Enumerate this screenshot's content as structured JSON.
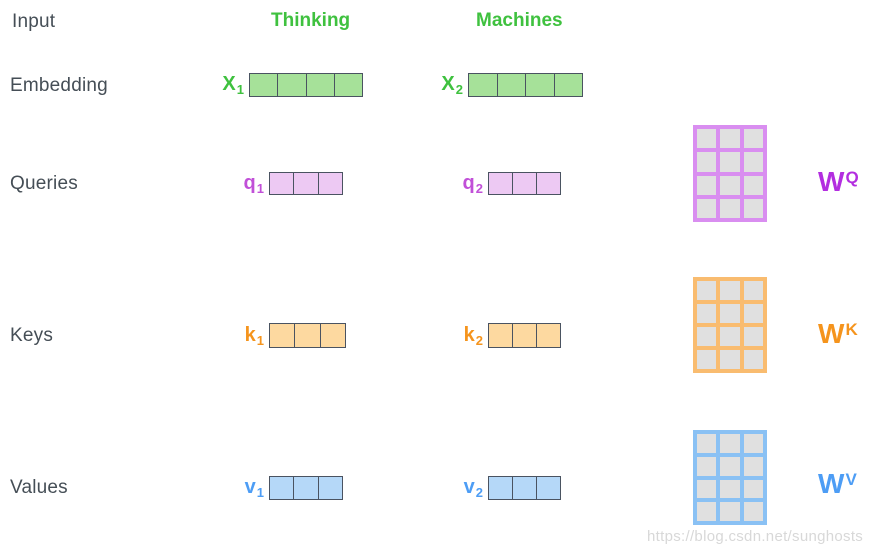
{
  "row_labels": {
    "input": "Input",
    "embedding": "Embedding",
    "queries": "Queries",
    "keys": "Keys",
    "values": "Values"
  },
  "column_headers": [
    {
      "label": "Thinking"
    },
    {
      "label": "Machines"
    }
  ],
  "colors": {
    "header_green": "#3fc13f",
    "row_label_text": "#454e56",
    "vector_cell_border": "#4a5361",
    "matrix_cell_fill": "#e0e0e0",
    "watermark_text": "#d8d8d8"
  },
  "vectors": {
    "x1": {
      "symbol": "X",
      "sub": "1",
      "cells": 4,
      "fill": "#a6e199",
      "label_color": "#3fc13f"
    },
    "x2": {
      "symbol": "X",
      "sub": "2",
      "cells": 4,
      "fill": "#a6e199",
      "label_color": "#3fc13f"
    },
    "q1": {
      "symbol": "q",
      "sub": "1",
      "cells": 3,
      "fill": "#edc9f3",
      "label_color": "#c150d8"
    },
    "q2": {
      "symbol": "q",
      "sub": "2",
      "cells": 3,
      "fill": "#edc9f3",
      "label_color": "#c150d8"
    },
    "k1": {
      "symbol": "k",
      "sub": "1",
      "cells": 3,
      "fill": "#fdd9a0",
      "label_color": "#f5941d"
    },
    "k2": {
      "symbol": "k",
      "sub": "2",
      "cells": 3,
      "fill": "#fdd9a0",
      "label_color": "#f5941d"
    },
    "v1": {
      "symbol": "v",
      "sub": "1",
      "cells": 3,
      "fill": "#b5d8f8",
      "label_color": "#4d9df5"
    },
    "v2": {
      "symbol": "v",
      "sub": "2",
      "cells": 3,
      "fill": "#b5d8f8",
      "label_color": "#4d9df5"
    }
  },
  "matrices": {
    "wq": {
      "symbol": "W",
      "sup": "Q",
      "rows": 4,
      "cols": 3,
      "border_color": "#d98ef0",
      "label_color": "#b32ee0"
    },
    "wk": {
      "symbol": "W",
      "sup": "K",
      "rows": 4,
      "cols": 3,
      "border_color": "#f9bc70",
      "label_color": "#f5941d"
    },
    "wv": {
      "symbol": "W",
      "sup": "V",
      "rows": 4,
      "cols": 3,
      "border_color": "#8ac1f4",
      "label_color": "#4d9df5"
    }
  },
  "watermark": "https://blog.csdn.net/sunghosts"
}
